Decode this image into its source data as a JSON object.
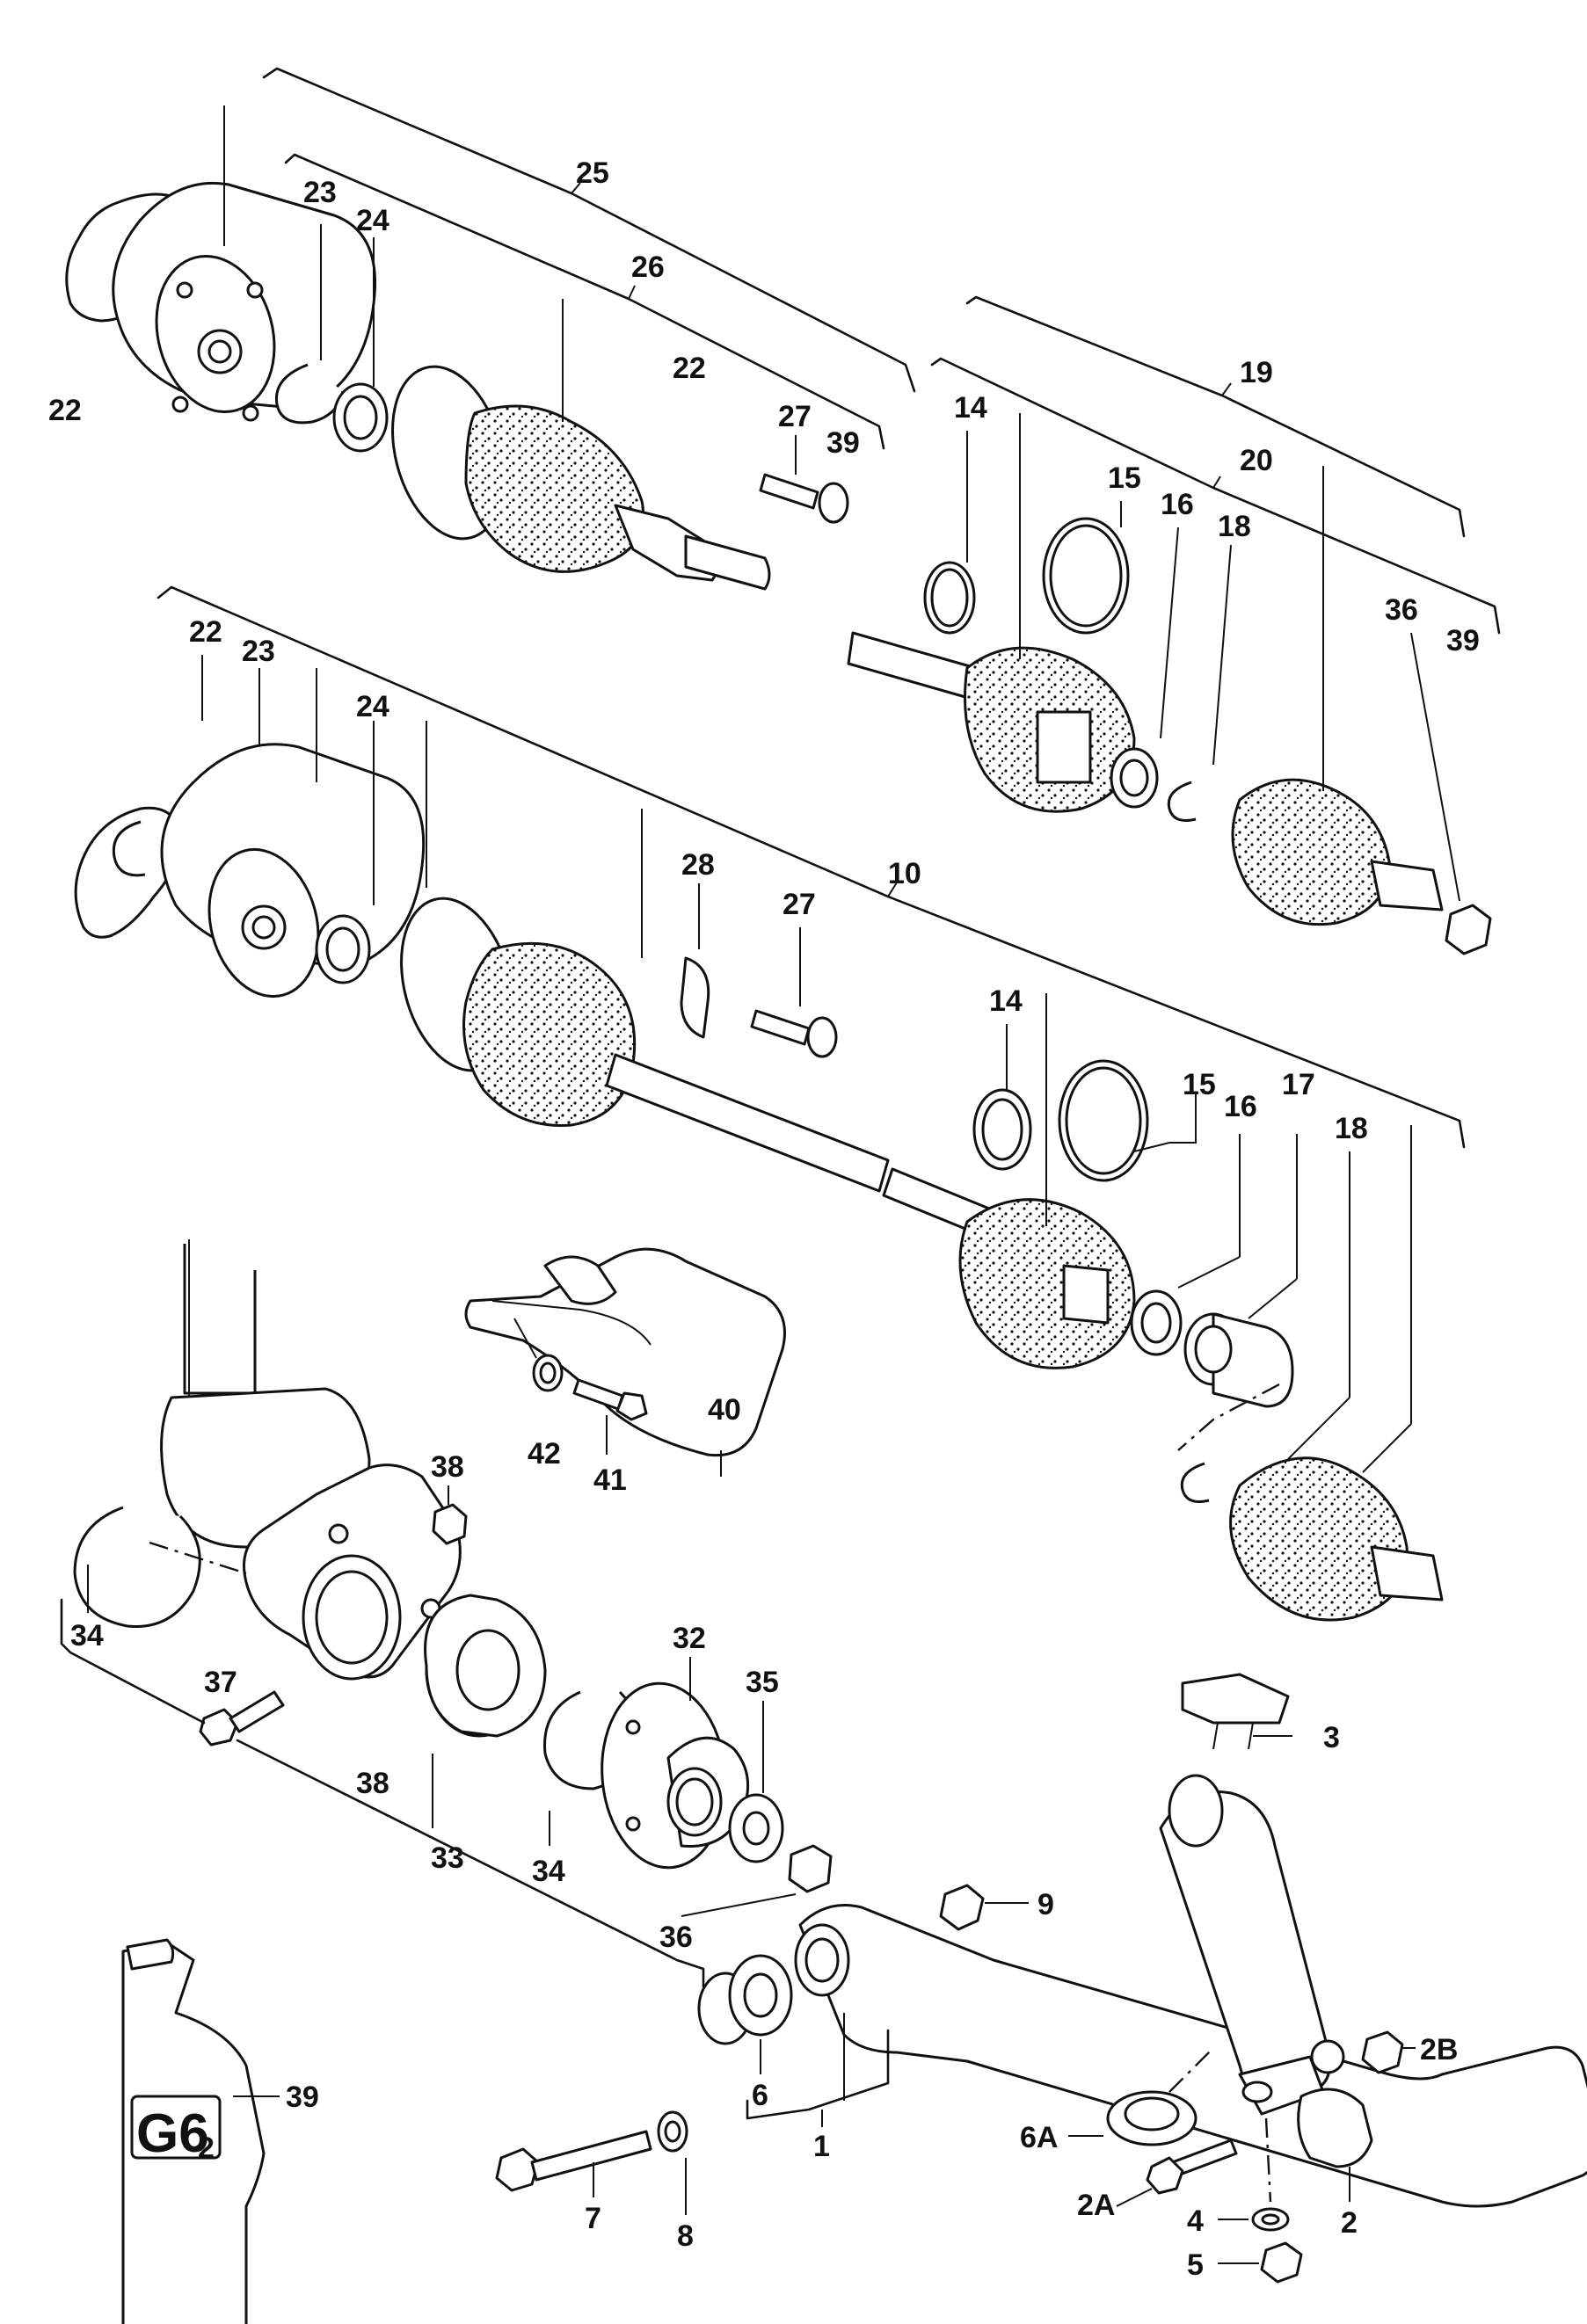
{
  "callouts": {
    "c25": "25",
    "c26": "26",
    "c22a": "22",
    "c22b": "22",
    "c23a": "23",
    "c24a": "24",
    "c27a": "27",
    "c39a": "39",
    "c19": "19",
    "c20": "20",
    "c14a": "14",
    "c15a": "15",
    "c16a": "16",
    "c18a": "18",
    "c36a": "36",
    "c39b": "39",
    "c22c": "22",
    "c23b": "23",
    "c24b": "24",
    "c28": "28",
    "c27b": "27",
    "c10": "10",
    "c14b": "14",
    "c15b": "15",
    "c16b": "16",
    "c17": "17",
    "c18b": "18",
    "c42": "42",
    "c41": "41",
    "c40": "40",
    "c38a": "38",
    "c34a": "34",
    "c37": "37",
    "c38b": "38",
    "c33": "33",
    "c34b": "34",
    "c32": "32",
    "c35": "35",
    "c36b": "36",
    "c3": "3",
    "c9": "9",
    "c2B": "2B",
    "c6A": "6A",
    "c2A": "2A",
    "c4": "4",
    "c5": "5",
    "c2": "2",
    "c7": "7",
    "c8": "8",
    "c6": "6",
    "c1": "1",
    "c39c": "39"
  },
  "tube_label": "G6",
  "tube_label_sub": "2"
}
